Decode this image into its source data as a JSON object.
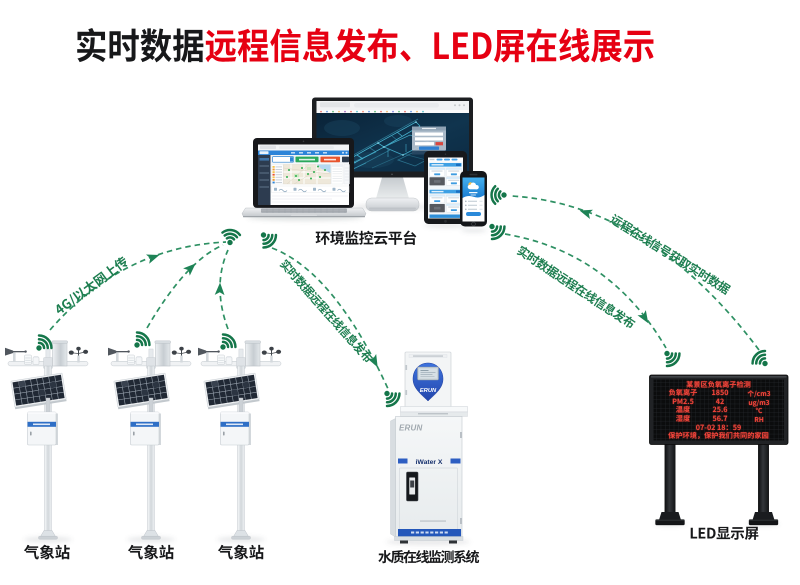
{
  "title": {
    "black": "实时数据",
    "red": "远程信息发布、LED屏在线展示"
  },
  "platform": {
    "label": "环境监控云平台"
  },
  "stations": [
    {
      "label": "气象站"
    },
    {
      "label": "气象站"
    },
    {
      "label": "气象站"
    }
  ],
  "water_system": {
    "label": "水质在线监测系统",
    "brand": "ERUN",
    "model": "iWater X"
  },
  "led_display": {
    "label": "LED显示屏",
    "screen": {
      "title": "某景区负氧离子检测",
      "rows": [
        {
          "name": "负氧离子",
          "value": "1850",
          "unit": "个/cm3"
        },
        {
          "name": "PM2.5",
          "value": "42",
          "unit": "ug/m3"
        },
        {
          "name": "温度",
          "value": "25.6",
          "unit": "℃"
        },
        {
          "name": "湿度",
          "value": "56.7",
          "unit": "RH"
        }
      ],
      "datetime": "07-02 18：59",
      "slogan": "保护环境，保护我们共同的家园"
    }
  },
  "connections": {
    "upload_label": "4G/以太网上传",
    "publish_water_label": "实时数据远程在线信息发布",
    "publish_led_label": "实时数据远程在线信息发布",
    "fetch_label": "远程在线信号获取实时数据"
  },
  "colors": {
    "accent_green": "#1d7e50",
    "title_red": "#e60012",
    "led_red": "#f4453c"
  }
}
